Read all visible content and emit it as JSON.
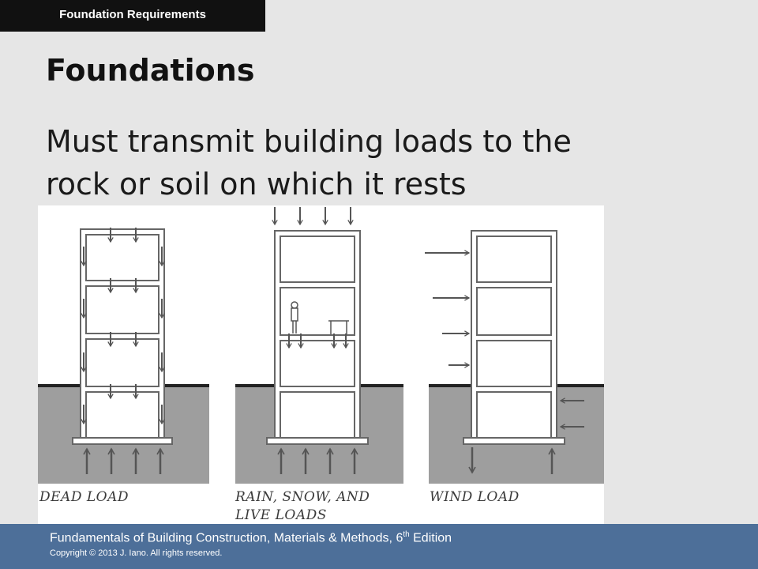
{
  "header": {
    "tab_label": "Foundation Requirements"
  },
  "slide": {
    "title": "Foundations",
    "body_line1": "Must transmit building loads to the",
    "body_line2": "rock or soil on which it rests"
  },
  "figure": {
    "panels": [
      {
        "label_line1": "DEAD LOAD",
        "label_line2": ""
      },
      {
        "label_line1": "RAIN, SNOW, AND",
        "label_line2": "LIVE LOADS"
      },
      {
        "label_line1": "WIND LOAD",
        "label_line2": ""
      }
    ],
    "colors": {
      "ground": "#9e9e9e",
      "line": "#555555",
      "panel": "#ffffff"
    }
  },
  "footer": {
    "book_title_prefix": "Fundamentals of Building Construction, Materials & Methods, 6",
    "book_title_sup": "th",
    "book_title_suffix": " Edition",
    "copyright": "Copyright © 2013 J. Iano. All rights reserved."
  },
  "theme": {
    "footer_bg": "#4d6f99",
    "header_bg": "#111111",
    "slide_bg": "#e6e6e6"
  }
}
